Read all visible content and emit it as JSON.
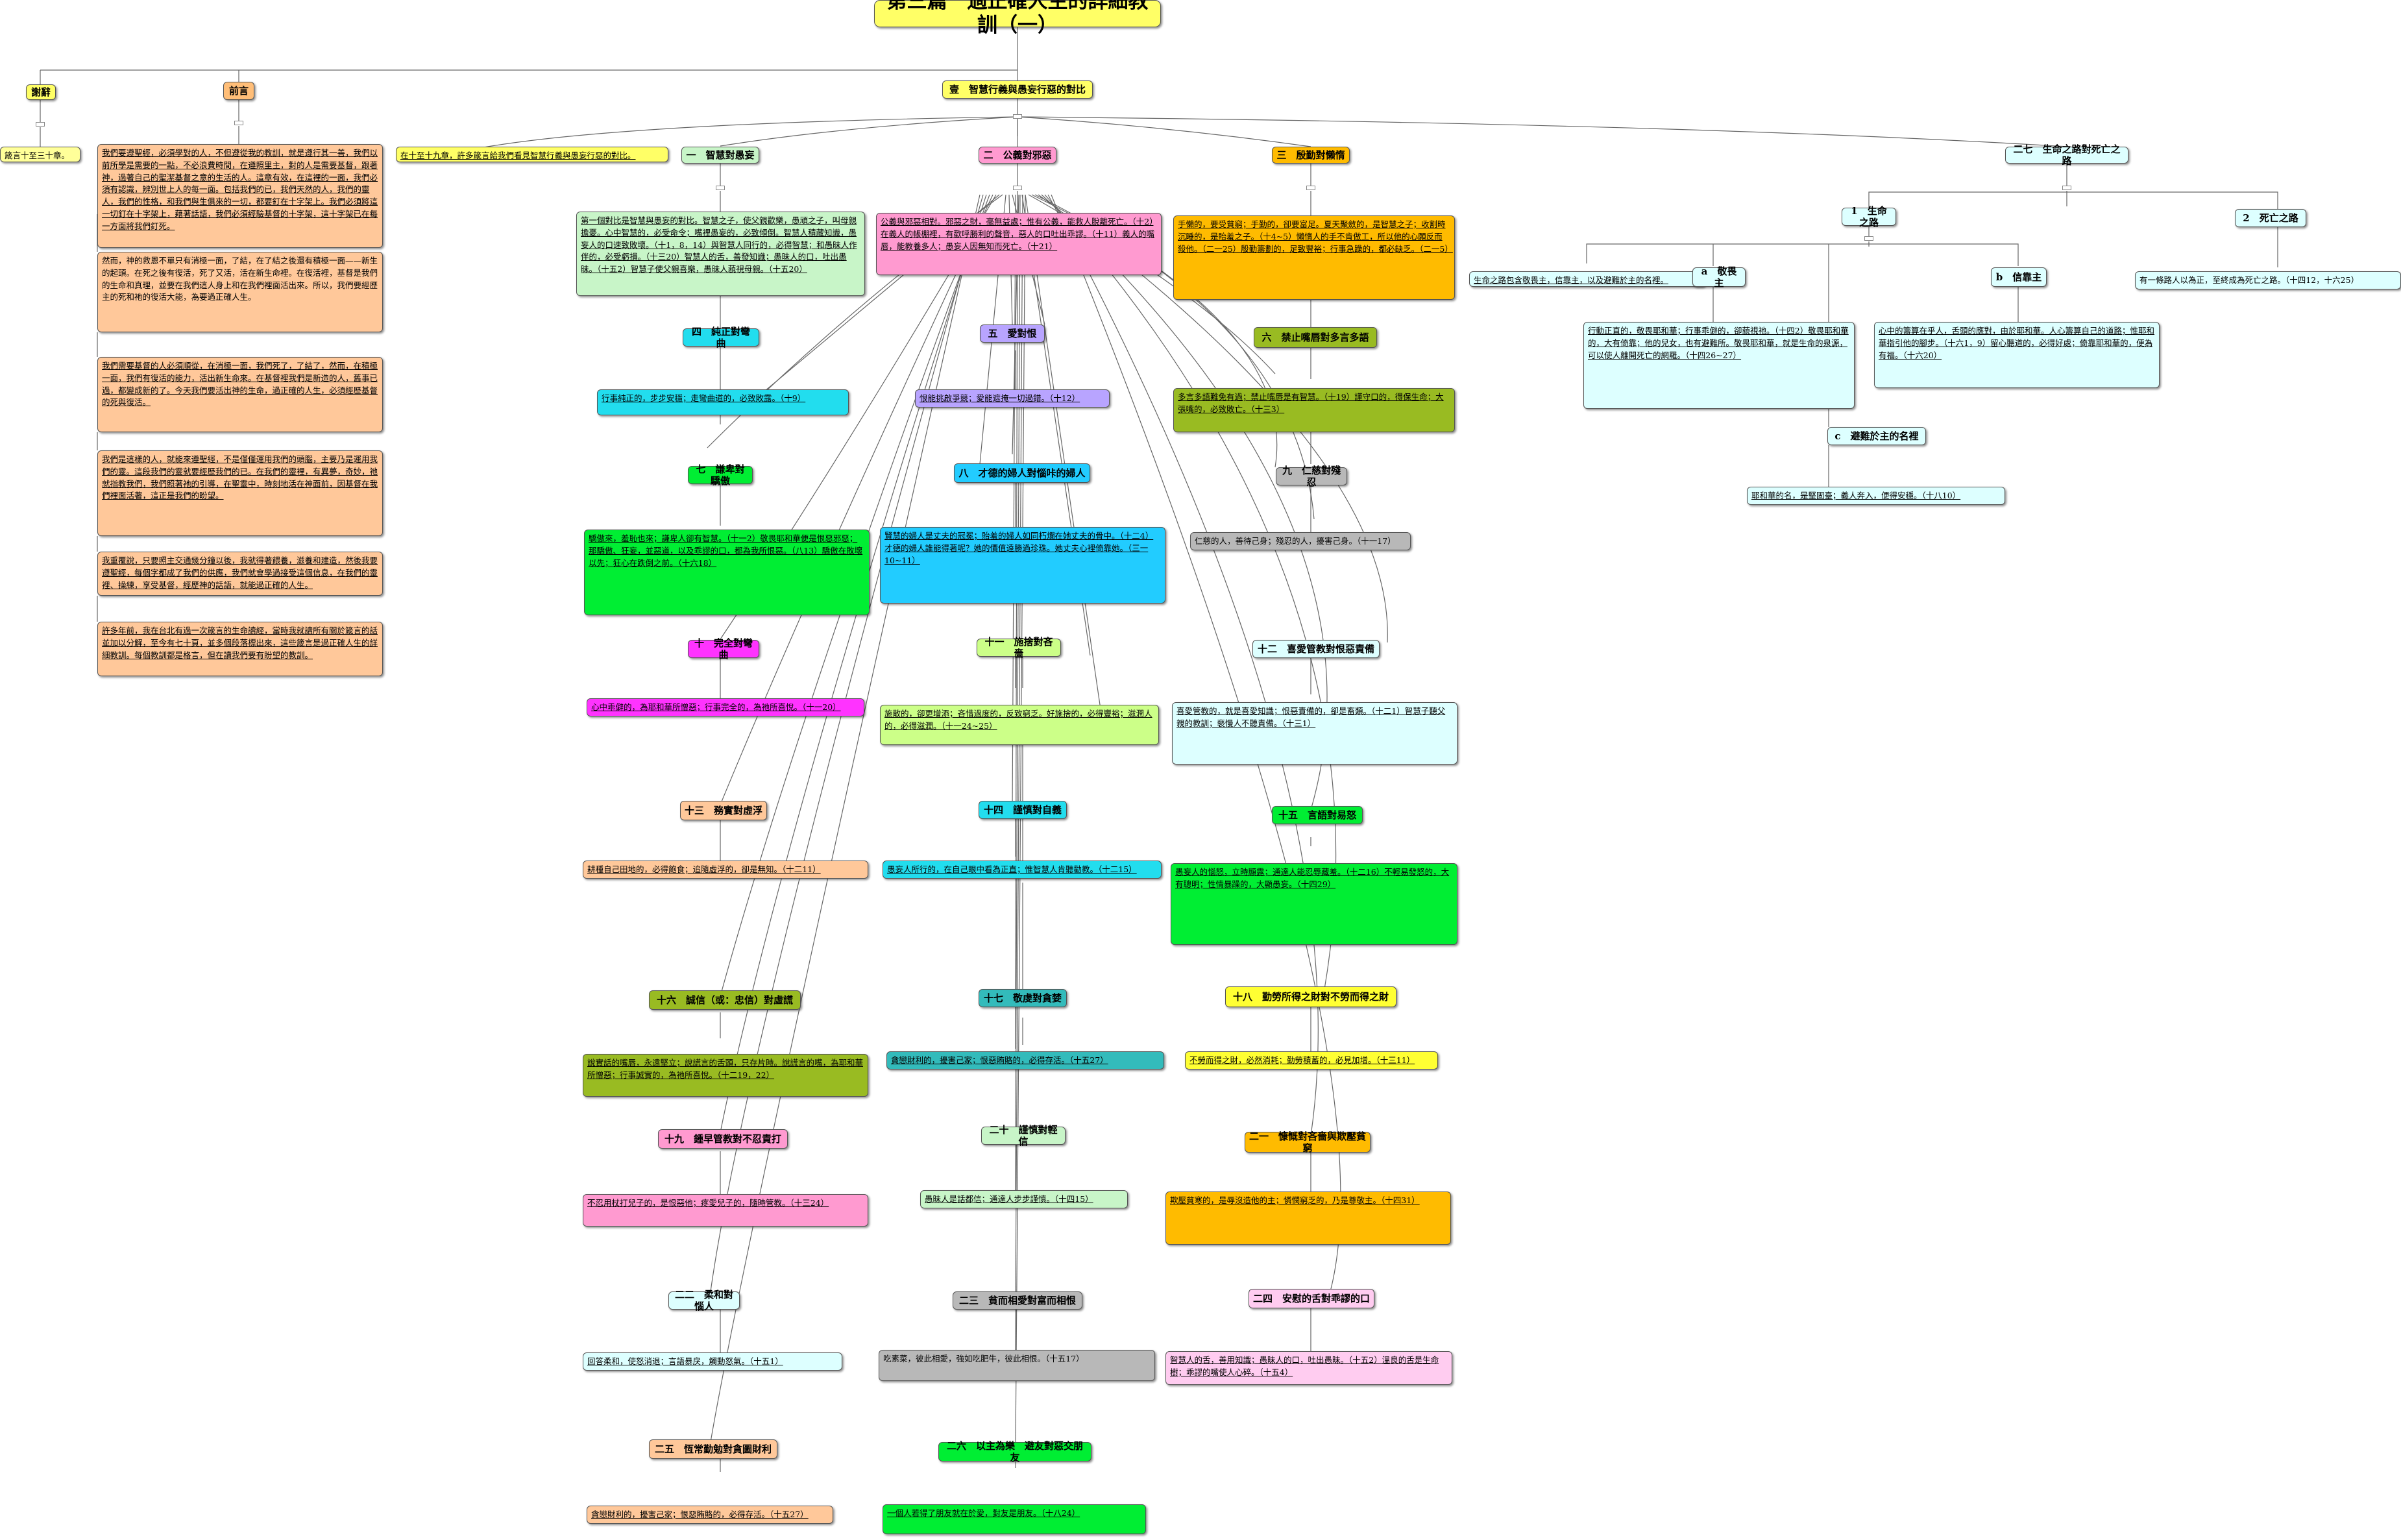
{
  "title": "第三篇　過正確人生的詳細教訓（一）",
  "colors": {
    "line": "#666666",
    "yellow": "#ffff66",
    "orange": "#ffbe78",
    "salmon": "#ffc89a",
    "pink": "#ff9ad0",
    "green": "#00ee33",
    "lightgreen": "#c8f5c8",
    "olive": "#99bb22",
    "cyan": "#22ddee",
    "paleCyan": "#ddffff",
    "lavender": "#b8a4ff",
    "magenta": "#ff33ff",
    "teal": "#33bbbb",
    "gray": "#b8b8b8",
    "gold": "#ffbb00",
    "lightpink": "#ffccf0",
    "sky": "#22ccff",
    "lime": "#ccff88"
  },
  "headers": {
    "xie": "謝辭",
    "qianyan": "前言",
    "yi": "壹　智慧行義與愚妄行惡的對比",
    "n1": "一　智慧對愚妄",
    "n2": "二　公義對邪惡",
    "n3": "三　殷勤對懶惰",
    "n4": "四　純正對彎曲",
    "n5": "五　愛對恨",
    "n6": "六　禁止嘴唇對多言多語",
    "n7": "七　謙卑對驕傲",
    "n8": "八　才德的婦人對惱咔的婦人",
    "n9": "九　仁慈對殘忍",
    "n10": "十　完全對彎曲",
    "n11": "十一　施捨對吝嗇",
    "n12": "十二　喜愛管教對恨惡責備",
    "n13": "十三　務實對虛浮",
    "n14": "十四　謹慎對自義",
    "n15": "十五　言語對易怒",
    "n16": "十六　誠信（或：忠信）對虛謊",
    "n17": "十七　敬虔對貪婪",
    "n18": "十八　勤勞所得之財對不勞而得之財",
    "n19": "十九　鍾早管教對不忍責打",
    "n20": "二十　謹慎對輕信",
    "n21": "二一　慷慨對吝嗇與欺壓貧窮",
    "n22": "二二　柔和對惱人",
    "n23": "二三　貧而相愛對富而相恨",
    "n24": "二四　安慰的舌對乖謬的口",
    "n25": "二五　恆常勤勉對貪圖財利",
    "n26": "二六　以主為樂　避友對惡交朋友",
    "n27": "二七　生命之路對死亡之路",
    "life": "1　生命之路",
    "death": "2　死亡之路",
    "la": "a　敬畏主",
    "lb": "b　信靠主",
    "lc": "c　避難於主的名裡"
  },
  "texts": {
    "xie": "箴言十至三十章。",
    "q1": "我們要遵聖經，必須學對的人，不但遵從我的教訓，就是遵行其一善，我們以前所學是需要的一點，不必浪費時間，在遵照里主，對的人是需要基督，跟著神，過著自己的聖潔基督之意的生活的人。這章有效，在這裡的一面，我們必須有認識，辨別世上人的每一面。包括我們的已，我們天然的人，我們的靈人，我們的性格，和我們與生俱來的一切，都要釘在十字架上。我們必須將這一切釘在十字架上，藉著話語，我們必須經驗基督的十字架，這十字架已在每一方面將我們釘死。",
    "q2": "然而，神的救恩不單只有消極一面，了結，在了結之後還有積極一面——新生的起頭。在死之後有復活，死了又活，活在新生命裡。在復活裡，基督是我們的生命和真理，並要在我們這人身上和在我們裡面活出來。所以，我們要經歷主的死和祂的復活大能，為要過正確人生。",
    "q3": "我們需要基督的人必須順從，在消極一面，我們死了，了結了，然而，在積極一面，我們有復活的能力，活出新生命來。在基督裡我們是新造的人，舊事已過，都變成新的了。今天我們要活出神的生命，過正確的人生，必須經歷基督的死與復活。",
    "q4": "我們是這樣的人，就能來遵聖經，不是僅僅運用我們的頭腦，主要乃是運用我們的靈。這段我們的靈就要經歷我們的已。在我們的靈裡，有異夢，奇妙，祂就指教我們，我們照著祂的引導，在聖靈中，時刻地活在神面前，因基督在我們裡面活著，這正是我們的盼望。",
    "q5": "我重覆說，只要照主交通幾分鐘以後，我就得著餵養，滋養和建造，然後我要遵聖經，每個字都成了我們的供應，我們就會學過接受這個信息，在我們的靈裡、操練，享受基督，經歷神的話語，就能過正確的人生。",
    "q6": "許多年前，我在台北有過一次箴言的生命讀經，當時我就讀所有關於箴言的話並加以分解，至今有七十頁，並多個段落標出來，這些箴言是過正確人生的詳細教訓。每個教訓都是格言，但在讀我們要有盼望的教訓。",
    "yi": "在十至十九章，許多箴言給我們看見智慧行義與愚妄行惡的對比。",
    "n1": "第一個對比是智慧與愚妄的對比。智慧之子，使父親歡樂，愚頑之子，叫母親擔憂。心中智慧的，必受命令；嘴裡愚妄的，必致傾倒。智慧人積藏知識，愚妄人的口速致敗壞。（十1，8，14）與智慧人同行的，必得智慧；和愚昧人作伴的，必受虧損。（十三20）智慧人的舌，善發知識；愚昧人的口，吐出愚昧。（十五2）智慧子使父親喜樂，愚昧人藐視母親。（十五20）",
    "n2": "公義與邪惡相對。邪惡之財，毫無益處；惟有公義，能救人脫離死亡。（十2）在義人的帳棚裡，有歡呼勝利的聲音，惡人的口吐出乖謬。（十11）義人的嘴唇，能教養多人；愚妄人因無知而死亡。（十21）",
    "n3": "手懶的，要受貧窮；手勤的，卻要富足。夏天聚斂的，是智慧之子；收割時沉睡的，是貽羞之子。（十4~5）懶惰人的手不肯做工，所以他的心願反而殺他。（二一25）殷勤籌劃的，足致豐裕；行事急躁的，都必缺乏。（二一5）",
    "n4": "行事純正的，步步安穩；走彎曲道的，必致敗露。（十9）",
    "n5": "恨能挑啟爭競；愛能遮掩一切過錯。（十12）",
    "n6": "多言多語難免有過；禁止嘴唇是有智慧。（十19）謹守口的，得保生命；大張嘴的，必致敗亡。（十三3）",
    "n7": "驕傲來，羞恥也來；謙卑人卻有智慧。（十一2）敬畏耶和華便是恨惡邪惡；那驕傲、狂妄，並惡道，以及乖謬的口，都為我所恨惡。（八13）驕傲在敗壞以先；狂心在跌倒之前。（十六18）",
    "n8": "賢慧的婦人是丈夫的冠冕；貽羞的婦人如同朽爛在她丈夫的骨中。（十二4）才德的婦人誰能得著呢？她的價值遠勝過珍珠。她丈夫心裡倚靠她。（三一10~11）",
    "n9": "仁慈的人，善待己身；殘忍的人，擾害己身。（十一17）",
    "n10": "心中乖僻的，為耶和華所憎惡；行事完全的，為祂所喜悅。（十一20）",
    "n11": "施散的，卻更增添；吝惜過度的，反致窮乏。好施捨的，必得豐裕；滋潤人的，必得滋潤。（十一24~25）",
    "n12": "喜愛管教的，就是喜愛知識；恨惡責備的，卻是畜類。（十二1）智慧子聽父親的教訓；褻慢人不聽責備。（十三1）",
    "n13": "耕種自己田地的，必得飽食；追隨虛浮的，卻是無知。（十二11）",
    "n14": "愚妄人所行的，在自己眼中看為正直；惟智慧人肯聽勸教。（十二15）",
    "n15": "愚妄人的惱怒，立時顯露；通達人能忍辱藏羞。（十二16）不輕易發怒的，大有聰明；性情暴躁的，大顯愚妄。（十四29）",
    "n16": "說實話的嘴唇，永遠堅立；說謊言的舌頭，只存片時。說謊言的嘴，為耶和華所憎惡；行事誠實的，為祂所喜悅。（十二19，22）",
    "n17": "貪戀財利的，擾害己家；恨惡賄賂的，必得存活。（十五27）",
    "n18": "不勞而得之財，必然消耗；勤勞積蓄的，必見加增。（十三11）",
    "n19": "不忍用杖打兒子的，是恨惡他；疼愛兒子的，隨時管教。（十三24）",
    "n20": "愚昧人是話都信；通達人步步謹慎。（十四15）",
    "n21": "欺壓貧寒的，是辱沒造他的主；憐憫窮乏的，乃是尊敬主。（十四31）",
    "n22": "回答柔和，使怒消退；言語暴戾，觸動怒氣。（十五1）",
    "n23": "吃素菜，彼此相愛，強如吃肥牛，彼此相恨。（十五17）",
    "n24": "智慧人的舌，善用知識；愚昧人的口，吐出愚昧。（十五2）溫良的舌是生命樹；乖謬的嘴使人心碎。（十五4）",
    "n25": "貪戀財利的，擾害己家；恨惡賄賂的，必得存活。（十五27）",
    "n26": "一個人若得了朋友就在於愛，對友是朋友。（十八24）",
    "n27": "生命之路包含敬畏主，信靠主，以及避難於主的名裡。",
    "death": "有一條路人以為正，至終成為死亡之路。（十四12，十六25）",
    "la": "行動正直的，敬畏耶和華；行事乖僻的，卻藐視祂。（十四2）敬畏耶和華的，大有倚靠；他的兒女，也有避難所。敬畏耶和華，就是生命的泉源，可以使人離開死亡的網羅。（十四26~27）",
    "lb": "心中的籌算在乎人，舌頭的應對，由於耶和華。人心籌算自己的道路；惟耶和華指引他的腳步。（十六1，9）留心聽道的，必得好處；倚靠耶和華的，便為有福。（十六20）",
    "lc": "耶和華的名，是堅固臺；義人奔入，便得安穩。（十八10）"
  }
}
